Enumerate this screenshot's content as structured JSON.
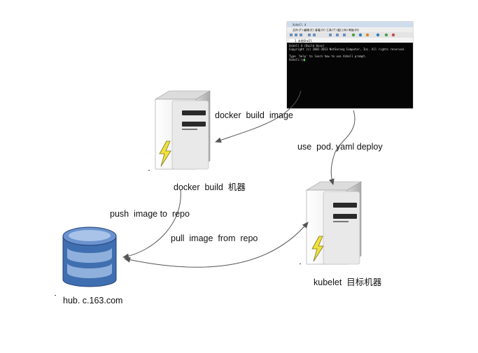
{
  "labels": {
    "docker_build_image": "docker  build  image",
    "use_pod_yaml_deploy": "use  pod. yaml deploy",
    "docker_build_machine": "docker  build  机器",
    "push_image_to_repo": "push  image to  repo",
    "pull_image_from_repo": "pull  image  from  repo",
    "kubelet_target_machine": "kubelet  目标机器",
    "hub_name": "hub. c.163.com"
  },
  "terminal": {
    "window_title": "Xshell 4",
    "menu_items": [
      "文件(F)",
      "编辑(E)",
      "查看(V)",
      "工具(T)",
      "窗口(W)",
      "帮助(H)"
    ],
    "tab_label": "1 本地Shell",
    "lines": [
      "Xshell 4 (Build 0xxx)",
      "Copyright (c) 2002-2013 NetSarang Computer, Inc. All rights reserved.",
      "",
      "Type `help' to learn how to use Xshell prompt.",
      "Xshell:\\> "
    ]
  },
  "colors": {
    "server_body": "#f2f2f2",
    "server_side": "#c8c8c8",
    "db_blue": "#3f6fb0",
    "db_light": "#8fb0dc",
    "lightning": "#f3e03a",
    "arrow": "#555555"
  }
}
